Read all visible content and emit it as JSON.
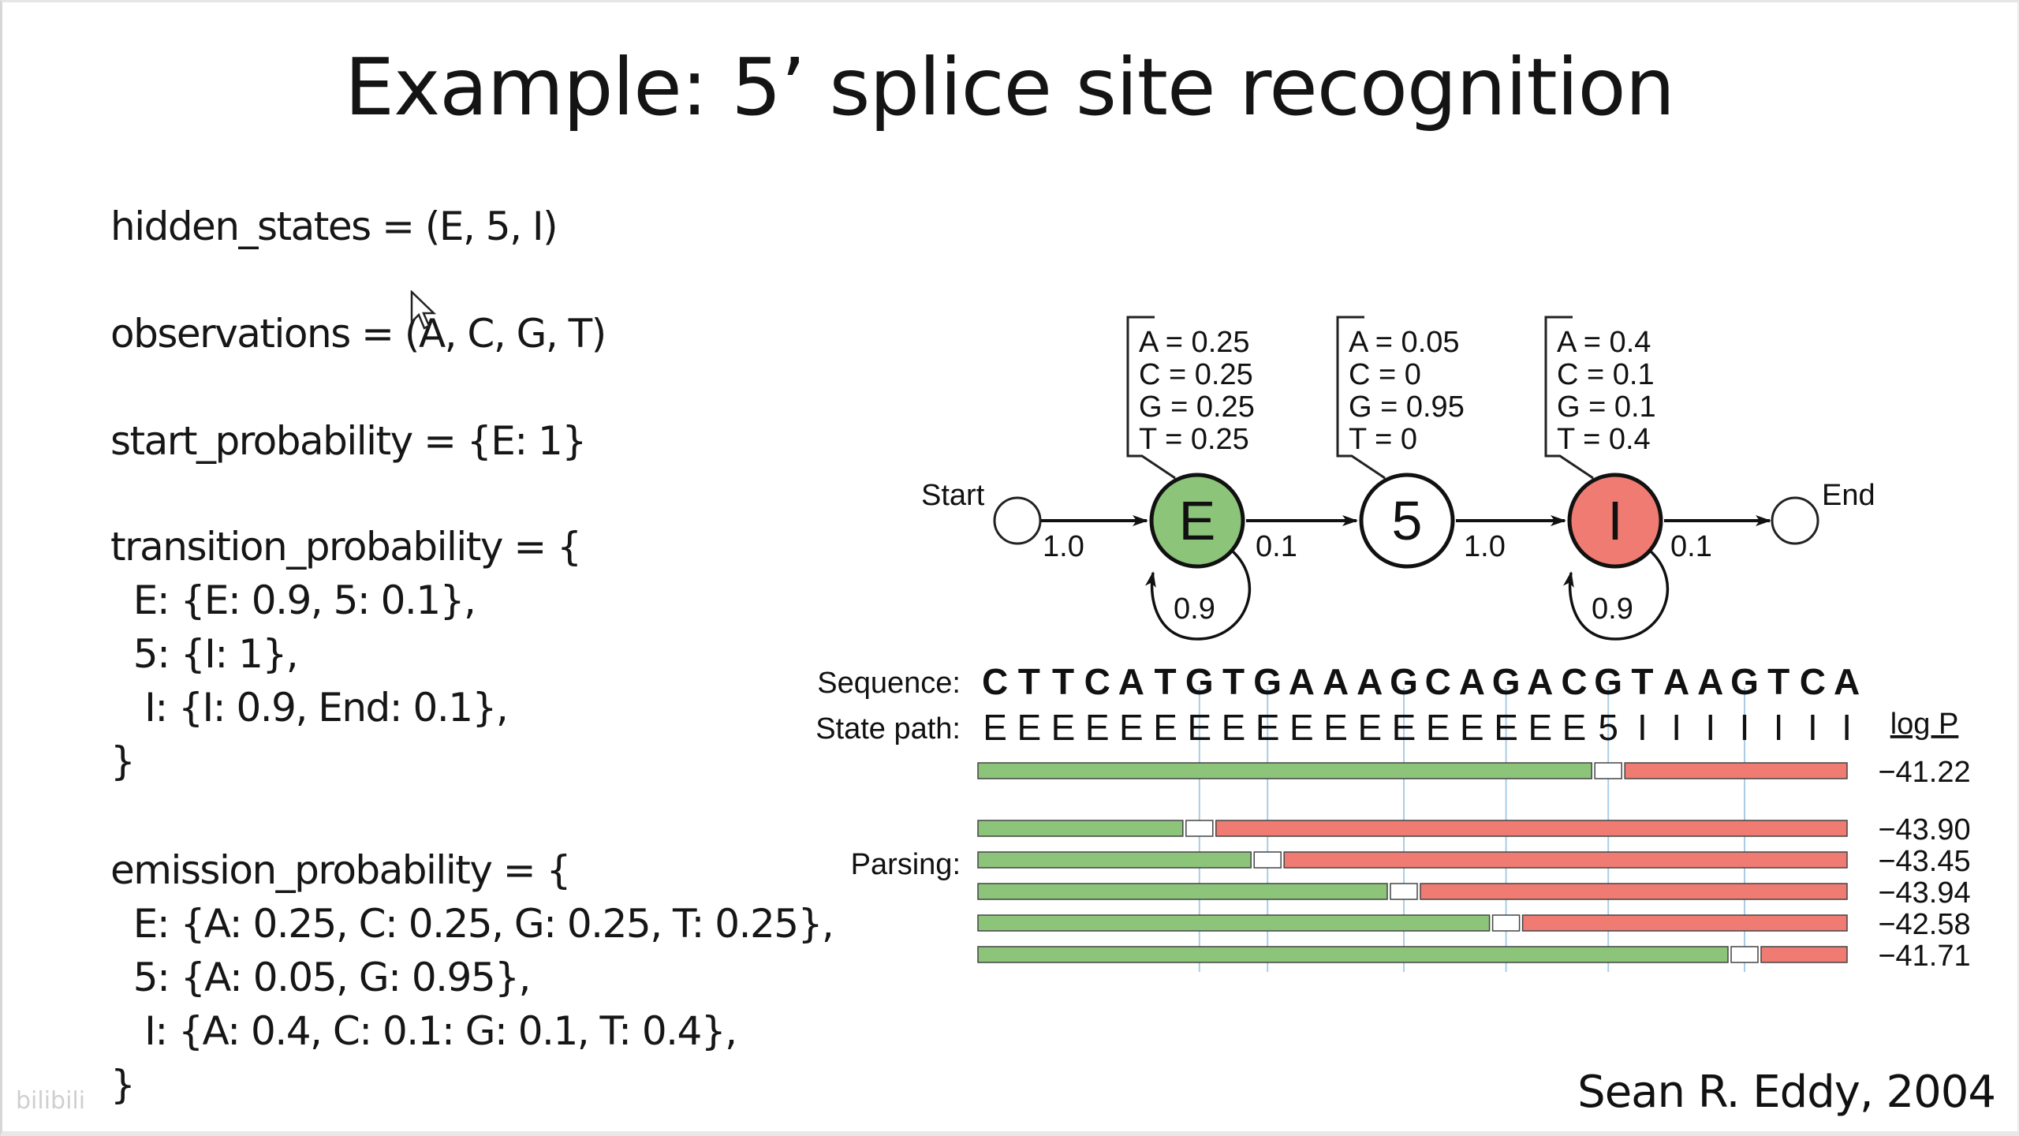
{
  "slide": {
    "title": "Example: 5’ splice site recognition",
    "credit": "Sean R. Eddy, 2004",
    "watermark": "bilibili"
  },
  "code_lines": [
    "hidden_states = (E, 5, I)",
    "observations = (A, C, G, T)",
    "start_probability = {E: 1}",
    "transition_probability = {",
    "  E: {E: 0.9, 5: 0.1},",
    "  5: {I: 1},",
    "   I: {I: 0.9, End: 0.1},",
    "}",
    "emission_probability = {",
    "  E: {A: 0.25, C: 0.25, G: 0.25, T: 0.25},",
    "  5: {A: 0.05, G: 0.95},",
    "   I: {A: 0.4, C: 0.1: G: 0.1, T: 0.4},",
    "}"
  ],
  "diagram": {
    "start_label": "Start",
    "end_label": "End",
    "states": [
      {
        "label": "E",
        "color": "#8cc47a",
        "emissions": [
          "A = 0.25",
          "C = 0.25",
          "G = 0.25",
          "T = 0.25"
        ],
        "self_loop": "0.9"
      },
      {
        "label": "5",
        "color": "#ffffff",
        "emissions": [
          "A = 0.05",
          "C = 0",
          "G = 0.95",
          "T = 0"
        ],
        "self_loop": ""
      },
      {
        "label": "I",
        "color": "#ef7b72",
        "emissions": [
          "A = 0.4",
          "C = 0.1",
          "G = 0.1",
          "T = 0.4"
        ],
        "self_loop": "0.9"
      }
    ],
    "transitions": [
      "1.0",
      "0.1",
      "1.0",
      "0.1"
    ],
    "sequence_label": "Sequence:",
    "sequence": "CTTCATGTGAAAGCAGACGTAAGTCA",
    "state_path_label": "State path:",
    "state_path": "EEEEEEEEEEEEEEEEEE5IIIIIII",
    "parsing_label": "Parsing:",
    "logp_label": "log P",
    "parses": [
      {
        "split": 18,
        "logp": "−41.22"
      },
      {
        "split": 6,
        "logp": "−43.90"
      },
      {
        "split": 8,
        "logp": "−43.45"
      },
      {
        "split": 12,
        "logp": "−43.94"
      },
      {
        "split": 15,
        "logp": "−42.58"
      },
      {
        "split": 22,
        "logp": "−41.71"
      }
    ],
    "colors": {
      "exon": "#8cc47a",
      "intron": "#ef7b72",
      "guide": "#a9cde6"
    }
  }
}
